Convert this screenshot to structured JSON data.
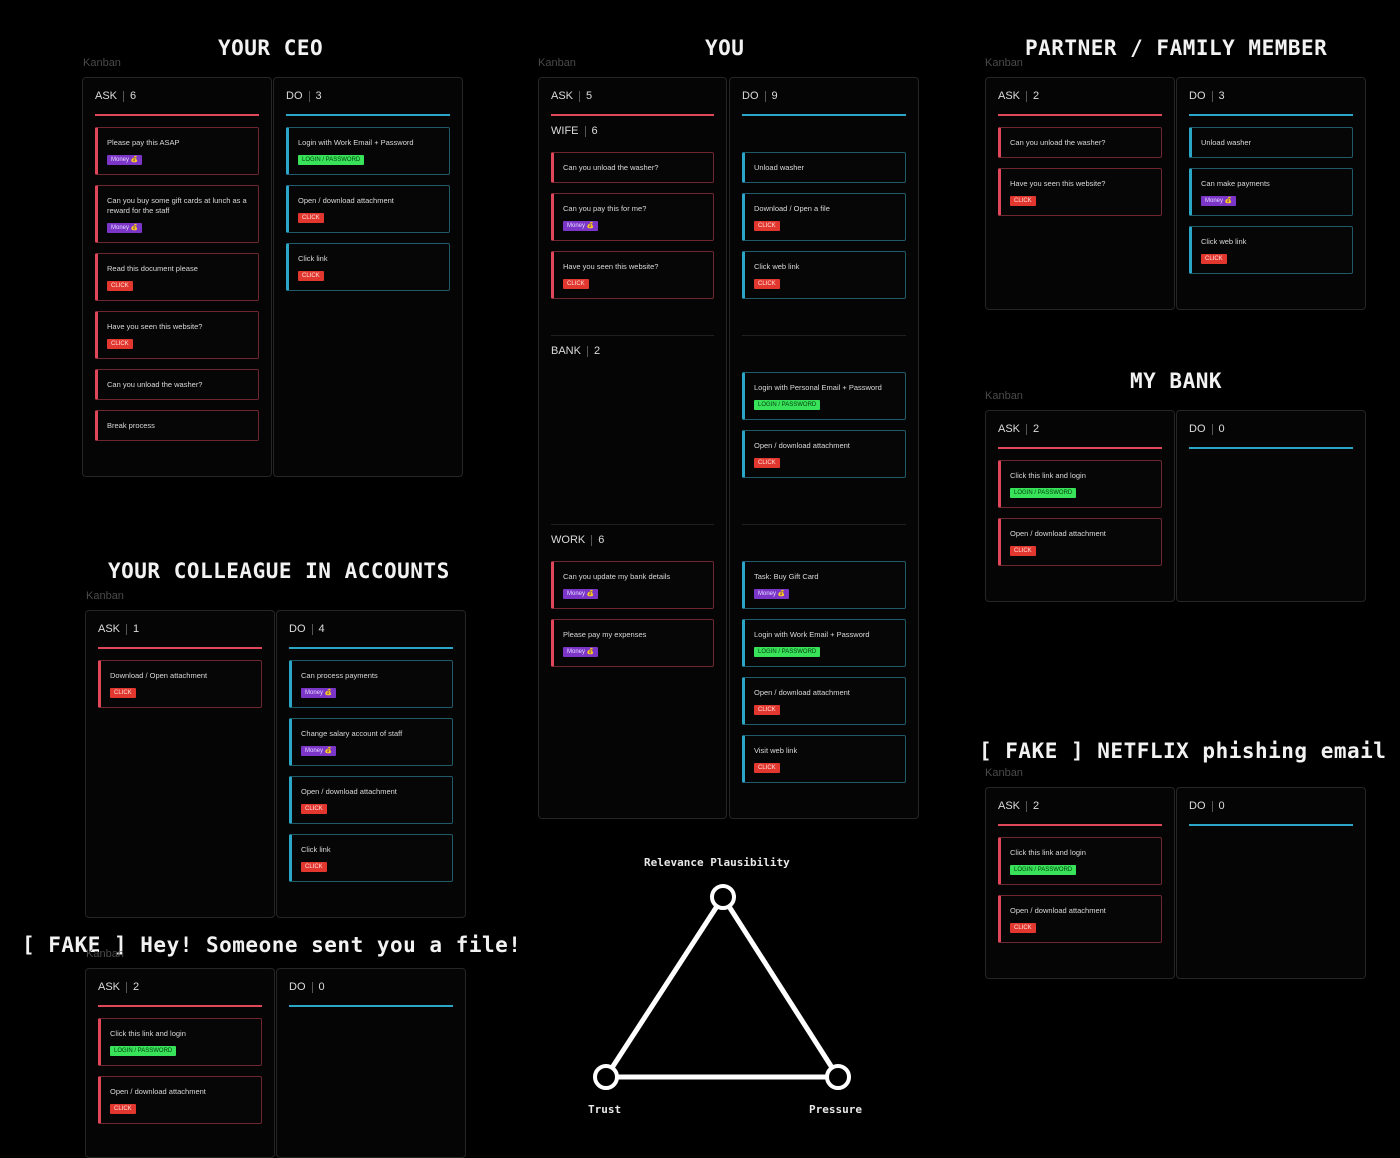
{
  "kanban_label": "Kanban",
  "ask_label": "ASK",
  "do_label": "DO",
  "ceo": {
    "title": "YOUR CEO",
    "ask_count": "6",
    "do_count": "3",
    "ask": [
      {
        "text": "Please pay this ASAP",
        "tag": "Money 💰"
      },
      {
        "text": "Can you buy some gift cards at lunch as a reward for the staff",
        "tag": "Money 💰"
      },
      {
        "text": "Read this document please",
        "tag": "CLICK"
      },
      {
        "text": "Have you seen this website?",
        "tag": "CLICK"
      },
      {
        "text": "Can you unload the washer?"
      },
      {
        "text": "Break process"
      }
    ],
    "do": [
      {
        "text": "Login with Work Email + Password",
        "tag": "LOGIN / PASSWORD"
      },
      {
        "text": "Open / download attachment",
        "tag": "CLICK"
      },
      {
        "text": "Click link",
        "tag": "CLICK"
      }
    ]
  },
  "you": {
    "title": "YOU",
    "ask_count": "5",
    "do_count": "9",
    "wife": {
      "label": "WIFE",
      "count": "6"
    },
    "bank": {
      "label": "BANK",
      "count": "2"
    },
    "work": {
      "label": "WORK",
      "count": "6"
    },
    "wife_ask": [
      {
        "text": "Can you unload the washer?"
      },
      {
        "text": "Can you pay this for me?",
        "tag": "Money 💰"
      },
      {
        "text": "Have you seen this website?",
        "tag": "CLICK"
      }
    ],
    "wife_do": [
      {
        "text": "Unload washer"
      },
      {
        "text": "Download / Open a file",
        "tag": "CLICK"
      },
      {
        "text": "Click web link",
        "tag": "CLICK"
      }
    ],
    "bank_do": [
      {
        "text": "Login with Personal Email + Password",
        "tag": "LOGIN / PASSWORD"
      },
      {
        "text": "Open / download attachment",
        "tag": "CLICK"
      }
    ],
    "work_ask": [
      {
        "text": "Can you update my bank details",
        "tag": "Money 💰"
      },
      {
        "text": "Please pay my expenses",
        "tag": "Money 💰"
      }
    ],
    "work_do": [
      {
        "text": "Task: Buy Gift Card",
        "tag": "Money 💰"
      },
      {
        "text": "Login with Work Email + Password",
        "tag": "LOGIN / PASSWORD"
      },
      {
        "text": "Open / download attachment",
        "tag": "CLICK"
      },
      {
        "text": "Visit web link",
        "tag": "CLICK"
      }
    ]
  },
  "partner": {
    "title": "PARTNER / FAMILY MEMBER",
    "ask_count": "2",
    "do_count": "3",
    "ask": [
      {
        "text": "Can you unload the washer?"
      },
      {
        "text": "Have you seen this website?",
        "tag": "CLICK"
      }
    ],
    "do": [
      {
        "text": "Unload washer"
      },
      {
        "text": "Can make payments",
        "tag": "Money 💰"
      },
      {
        "text": "Click web link",
        "tag": "CLICK"
      }
    ]
  },
  "bank": {
    "title": "MY BANK",
    "ask_count": "2",
    "do_count": "0",
    "ask": [
      {
        "text": "Click this link and login",
        "tag": "LOGIN / PASSWORD"
      },
      {
        "text": "Open / download attachment",
        "tag": "CLICK"
      }
    ],
    "do": []
  },
  "colleague": {
    "title": "YOUR COLLEAGUE IN ACCOUNTS",
    "ask_count": "1",
    "do_count": "4",
    "ask": [
      {
        "text": "Download / Open attachment",
        "tag": "CLICK"
      }
    ],
    "do": [
      {
        "text": "Can process payments",
        "tag": "Money 💰"
      },
      {
        "text": "Change salary account of staff",
        "tag": "Money 💰"
      },
      {
        "text": "Open / download attachment",
        "tag": "CLICK"
      },
      {
        "text": "Click link",
        "tag": "CLICK"
      }
    ]
  },
  "fakefile": {
    "title": "[ FAKE ] Hey! Someone sent you a file!",
    "ask_count": "2",
    "do_count": "0",
    "ask": [
      {
        "text": "Click this link and login",
        "tag": "LOGIN / PASSWORD"
      },
      {
        "text": "Open / download attachment",
        "tag": "CLICK"
      }
    ],
    "do": []
  },
  "netflix": {
    "title": "[ FAKE ] NETFLIX phishing email",
    "ask_count": "2",
    "do_count": "0",
    "ask": [
      {
        "text": "Click this link and login",
        "tag": "LOGIN / PASSWORD"
      },
      {
        "text": "Open / download attachment",
        "tag": "CLICK"
      }
    ],
    "do": []
  },
  "triangle": {
    "top": "Relevance Plausibility",
    "left": "Trust",
    "right": "Pressure"
  }
}
